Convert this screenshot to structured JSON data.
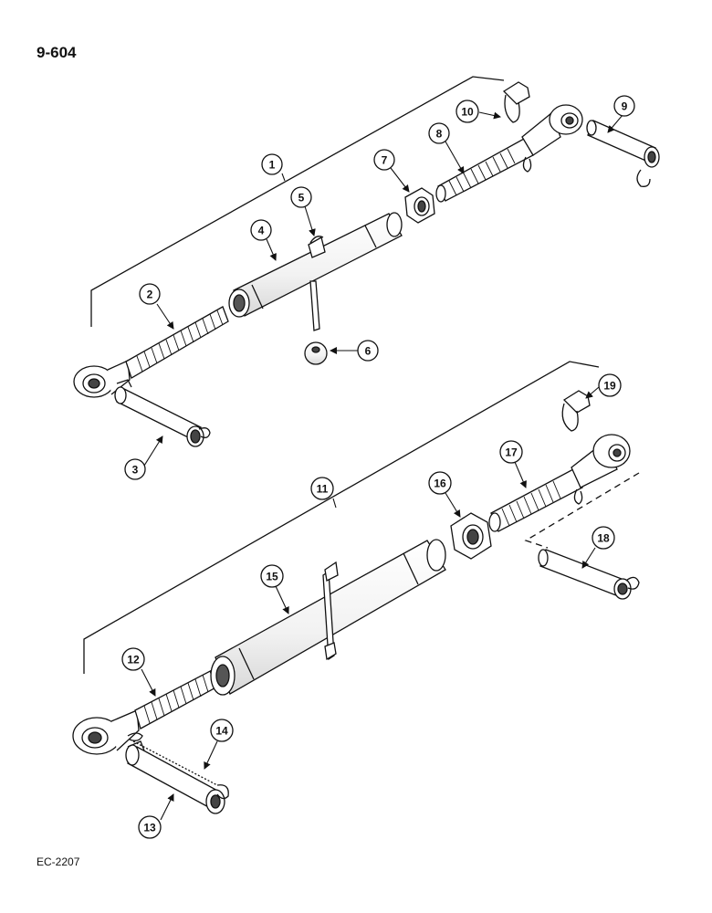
{
  "page_code": "9-604",
  "figure_code": "EC-2207",
  "callouts": [
    "1",
    "2",
    "3",
    "4",
    "5",
    "6",
    "7",
    "8",
    "9",
    "10",
    "11",
    "12",
    "13",
    "14",
    "15",
    "16",
    "17",
    "18",
    "19"
  ]
}
